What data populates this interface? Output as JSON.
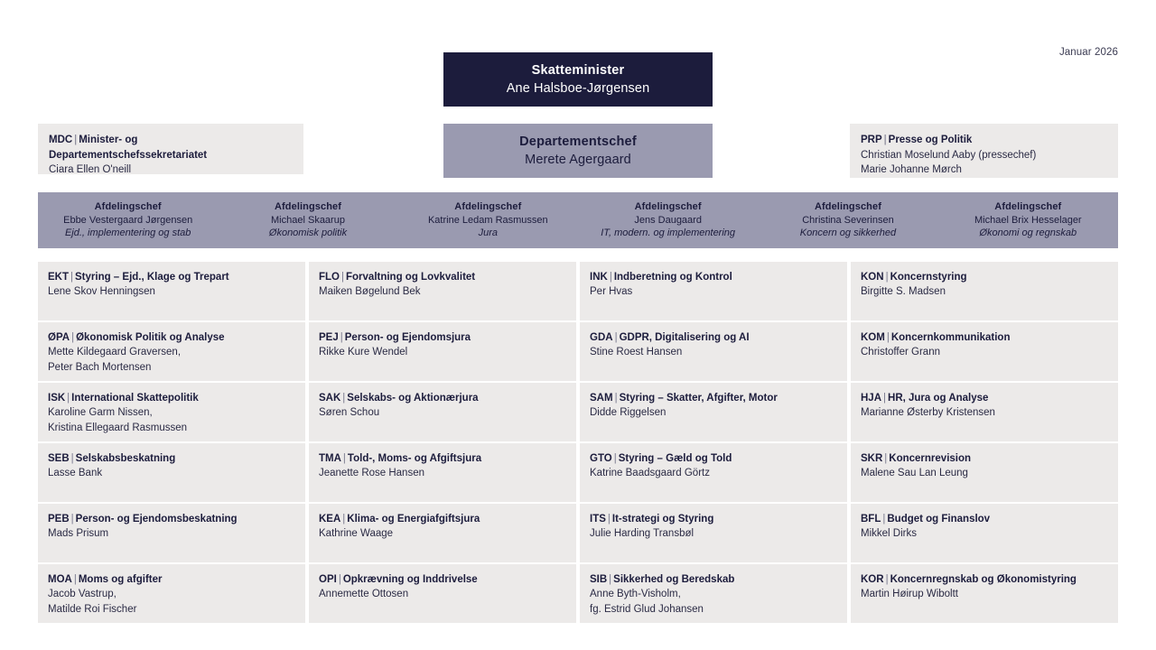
{
  "date_stamp": "Januar 2026",
  "minister": {
    "role": "Skatteminister",
    "name": "Ane Halsboe-Jørgensen"
  },
  "department_chief": {
    "role": "Departementschef",
    "name": "Merete Agergaard"
  },
  "staff_left": {
    "code": "MDC",
    "separator": "|",
    "unit": "Minister- og Departementschefssekretariatet",
    "people": "Ciara Ellen O'neill"
  },
  "staff_right": {
    "code": "PRP",
    "separator": "|",
    "unit": "Presse og Politik",
    "people_1": "Christian Moselund Aaby (pressechef)",
    "people_2": "Marie Johanne Mørch"
  },
  "chiefs": [
    {
      "role": "Afdelingschef",
      "name": "Ebbe Vestergaard Jørgensen",
      "area": "Ejd., implementering og stab"
    },
    {
      "role": "Afdelingschef",
      "name": "Michael Skaarup",
      "area": "Økonomisk politik"
    },
    {
      "role": "Afdelingschef",
      "name": "Katrine Ledam Rasmussen",
      "area": "Jura"
    },
    {
      "role": "Afdelingschef",
      "name": "Jens Daugaard",
      "area": "IT, modern. og implementering"
    },
    {
      "role": "Afdelingschef",
      "name": "Christina Severinsen",
      "area": "Koncern og sikkerhed"
    },
    {
      "role": "Afdelingschef",
      "name": "Michael Brix Hesselager",
      "area": "Økonomi og regnskab"
    }
  ],
  "columns": [
    {
      "cards": [
        {
          "code": "EKT",
          "separator": "|",
          "unit": "Styring – Ejd., Klage og Trepart",
          "person_1": "Lene Skov Henningsen",
          "person_2": ""
        },
        {
          "code": "ØPA",
          "separator": "|",
          "unit": "Økonomisk Politik og Analyse",
          "person_1": "Mette Kildegaard Graversen,",
          "person_2": "Peter Bach Mortensen"
        },
        {
          "code": "ISK",
          "separator": "|",
          "unit": "International Skattepolitik",
          "person_1": "Karoline Garm Nissen,",
          "person_2": "Kristina Ellegaard Rasmussen"
        },
        {
          "code": "SEB",
          "separator": "|",
          "unit": "Selskabsbeskatning",
          "person_1": "Lasse Bank",
          "person_2": ""
        },
        {
          "code": "PEB",
          "separator": "|",
          "unit": "Person- og Ejendomsbeskatning",
          "person_1": "Mads Prisum",
          "person_2": ""
        },
        {
          "code": "MOA",
          "separator": "|",
          "unit": "Moms og afgifter",
          "person_1": "Jacob Vastrup,",
          "person_2": "Matilde Roi Fischer"
        }
      ]
    },
    {
      "cards": [
        {
          "code": "FLO",
          "separator": "|",
          "unit": "Forvaltning og Lovkvalitet",
          "person_1": "Maiken Bøgelund Bek",
          "person_2": ""
        },
        {
          "code": "PEJ",
          "separator": "|",
          "unit": "Person- og Ejendomsjura",
          "person_1": "Rikke Kure Wendel",
          "person_2": ""
        },
        {
          "code": "SAK",
          "separator": "|",
          "unit": "Selskabs- og Aktionærjura",
          "person_1": "Søren Schou",
          "person_2": ""
        },
        {
          "code": "TMA",
          "separator": "|",
          "unit": "Told-, Moms- og Afgiftsjura",
          "person_1": "Jeanette Rose Hansen",
          "person_2": ""
        },
        {
          "code": "KEA",
          "separator": "|",
          "unit": "Klima- og Energiafgiftsjura",
          "person_1": "Kathrine Waage",
          "person_2": ""
        },
        {
          "code": "OPI",
          "separator": "|",
          "unit": "Opkrævning og Inddrivelse",
          "person_1": "Annemette Ottosen",
          "person_2": ""
        }
      ]
    },
    {
      "cards": [
        {
          "code": "INK",
          "separator": "|",
          "unit": "Indberetning og Kontrol",
          "person_1": "Per Hvas",
          "person_2": ""
        },
        {
          "code": "GDA",
          "separator": "|",
          "unit": "GDPR, Digitalisering og AI",
          "person_1": "Stine Roest Hansen",
          "person_2": ""
        },
        {
          "code": "SAM",
          "separator": "|",
          "unit": "Styring – Skatter, Afgifter, Motor",
          "person_1": "Didde Riggelsen",
          "person_2": ""
        },
        {
          "code": "GTO",
          "separator": "|",
          "unit": "Styring – Gæld og Told",
          "person_1": "Katrine Baadsgaard Görtz",
          "person_2": ""
        },
        {
          "code": "ITS",
          "separator": "|",
          "unit": "It-strategi og Styring",
          "person_1": "Julie Harding Transbøl",
          "person_2": ""
        },
        {
          "code": "SIB",
          "separator": "|",
          "unit": "Sikkerhed og Beredskab",
          "person_1": "Anne Byth-Visholm,",
          "person_2": "fg. Estrid Glud Johansen"
        }
      ]
    },
    {
      "cards": [
        {
          "code": "KON",
          "separator": "|",
          "unit": "Koncernstyring",
          "person_1": "Birgitte S. Madsen",
          "person_2": ""
        },
        {
          "code": "KOM",
          "separator": "|",
          "unit": "Koncernkommunikation",
          "person_1": "Christoffer Grann",
          "person_2": ""
        },
        {
          "code": "HJA",
          "separator": "|",
          "unit": "HR, Jura og Analyse",
          "person_1": "Marianne Østerby Kristensen",
          "person_2": ""
        },
        {
          "code": "SKR",
          "separator": "|",
          "unit": "Koncernrevision",
          "person_1": "Malene Sau Lan Leung",
          "person_2": ""
        },
        {
          "code": "BFL",
          "separator": "|",
          "unit": "Budget og Finanslov",
          "person_1": "Mikkel Dirks",
          "person_2": ""
        },
        {
          "code": "KOR",
          "separator": "|",
          "unit": "Koncernregnskab og Økonomistyring",
          "person_1": "Martin Høirup Wiboltt",
          "person_2": ""
        }
      ]
    }
  ],
  "colors": {
    "minister_bg": "#1c1c3c",
    "chief_bg": "#9a9ab0",
    "card_bg": "#eceae9",
    "text_dark": "#1c1c3c"
  }
}
